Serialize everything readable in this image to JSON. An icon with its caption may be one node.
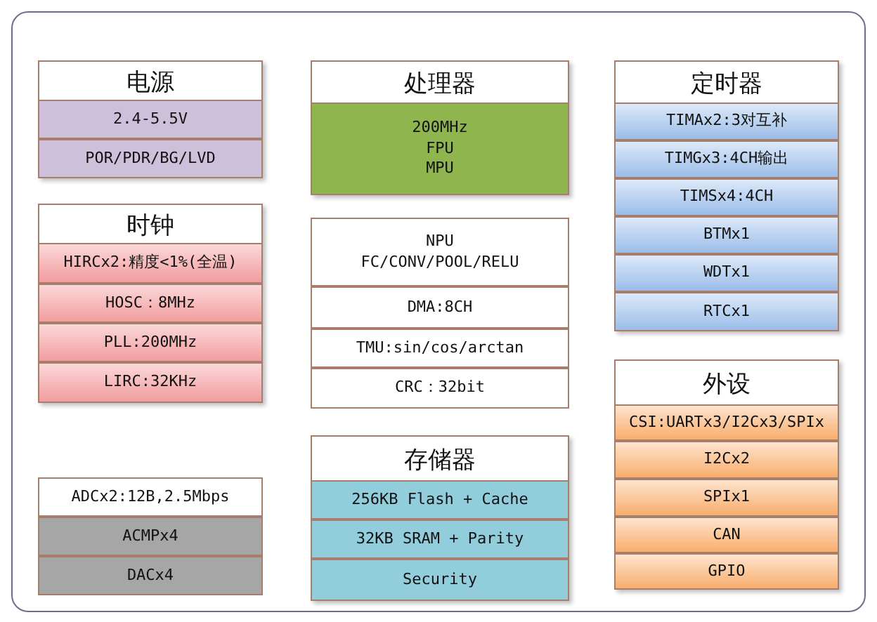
{
  "diagram": {
    "nodes": [
      {
        "text": [
          "电源"
        ]
      },
      {
        "text": [
          "2.4-5.5V"
        ],
        "in": 0
      },
      {
        "text": [
          "POR/PDR/BG/LVD"
        ],
        "in": 0
      },
      {
        "text": [
          "时钟"
        ]
      },
      {
        "text": [
          "HIRCx2:精度<1%(全温)"
        ],
        "in": 3
      },
      {
        "text": [
          "HOSC：8MHz"
        ],
        "in": 3
      },
      {
        "text": [
          "PLL:200MHz"
        ],
        "in": 3
      },
      {
        "text": [
          "LIRC:32KHz"
        ],
        "in": 3
      },
      {
        "text": [
          "ADCx2:12B,2.5Mbps"
        ]
      },
      {
        "text": [
          "ACMPx4"
        ]
      },
      {
        "text": [
          "DACx4"
        ]
      },
      {
        "text": [
          "处理器"
        ]
      },
      {
        "text": [
          "200MHz FPU MPU"
        ],
        "in": 11
      },
      {
        "text": [
          "NPU FC/CONV/POOL/RELU"
        ]
      },
      {
        "text": [
          "DMA:8CH"
        ]
      },
      {
        "text": [
          "TMU:sin/cos/arctan"
        ]
      },
      {
        "text": [
          "CRC：32bit"
        ]
      },
      {
        "text": [
          "存储器"
        ]
      },
      {
        "text": [
          "256KB Flash + Cache"
        ],
        "in": 17
      },
      {
        "text": [
          "32KB SRAM + Parity"
        ],
        "in": 17
      },
      {
        "text": [
          "Security"
        ],
        "in": 17
      },
      {
        "text": [
          "定时器"
        ]
      },
      {
        "text": [
          "TIMAx2:3对互补"
        ],
        "in": 21
      },
      {
        "text": [
          "TIMGx3:4CH输出"
        ],
        "in": 21
      },
      {
        "text": [
          "TIMSx4:4CH"
        ],
        "in": 21
      },
      {
        "text": [
          "BTMx1"
        ],
        "in": 21
      },
      {
        "text": [
          "WDTx1"
        ],
        "in": 21
      },
      {
        "text": [
          "RTCx1"
        ],
        "in": 21
      },
      {
        "text": [
          "外设"
        ]
      },
      {
        "text": [
          "CSI:UARTx3/I2Cx3/SPIx"
        ],
        "in": 28
      },
      {
        "text": [
          "I2Cx2"
        ],
        "in": 28
      },
      {
        "text": [
          "SPIx1"
        ],
        "in": 28
      },
      {
        "text": [
          "CAN"
        ],
        "in": 28
      },
      {
        "text": [
          "GPIO"
        ],
        "in": 28
      }
    ]
  }
}
